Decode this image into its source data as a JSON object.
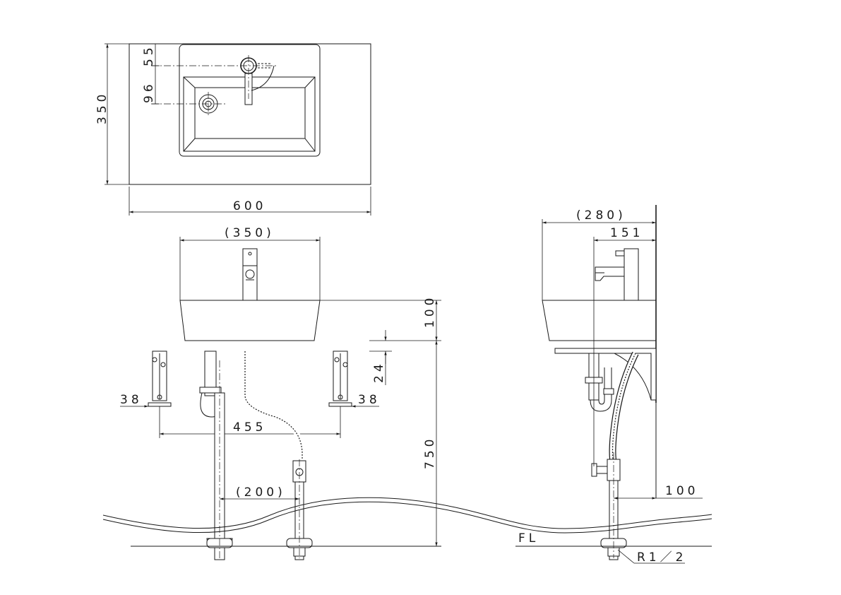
{
  "top_view": {
    "width_label": "600",
    "depth_label": "350",
    "faucet_offset_label": "55",
    "drain_offset_label": "96"
  },
  "front_view": {
    "bowl_width_label": "(350)",
    "bowl_height_label": "100",
    "bracket_label": "24",
    "left_bracket_label": "38",
    "right_bracket_label": "38",
    "bracket_span_label": "455",
    "pipe_spacing_label": "(200)",
    "height_label": "750"
  },
  "side_view": {
    "depth_label": "(280)",
    "faucet_label": "151",
    "wall_label": "100",
    "floor_label": "FL",
    "thread_label": "R1／2"
  }
}
